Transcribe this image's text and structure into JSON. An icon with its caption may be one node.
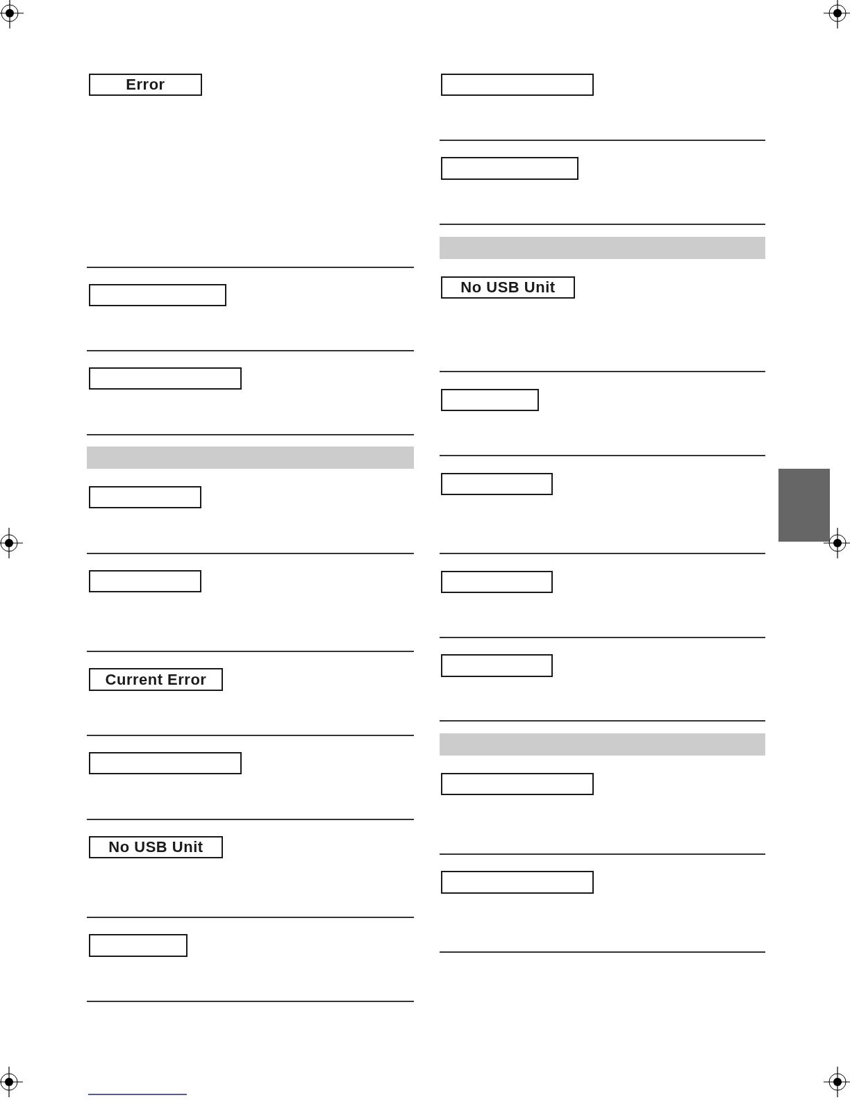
{
  "diagram": {
    "nodes": [
      {
        "text": [
          "Error"
        ]
      },
      {
        "text": [],
        "shape": "box"
      },
      {
        "text": [],
        "shape": "box"
      },
      {
        "text": [],
        "shape": "bar"
      },
      {
        "text": [],
        "shape": "box"
      },
      {
        "text": [],
        "shape": "box"
      },
      {
        "text": [
          "Current Error"
        ]
      },
      {
        "text": [],
        "shape": "box"
      },
      {
        "text": [
          "No USB Unit"
        ]
      },
      {
        "text": [],
        "shape": "box"
      },
      {
        "text": [],
        "shape": "box"
      },
      {
        "text": [],
        "shape": "box"
      },
      {
        "text": [],
        "shape": "bar"
      },
      {
        "text": [
          "No USB Unit"
        ]
      },
      {
        "text": [],
        "shape": "box"
      },
      {
        "text": [],
        "shape": "box"
      },
      {
        "text": [],
        "shape": "box"
      },
      {
        "text": [],
        "shape": "box"
      },
      {
        "text": [],
        "shape": "bar"
      },
      {
        "text": [],
        "shape": "box"
      },
      {
        "text": [],
        "shape": "box"
      },
      {
        "text": [],
        "shape": "bar"
      }
    ]
  }
}
